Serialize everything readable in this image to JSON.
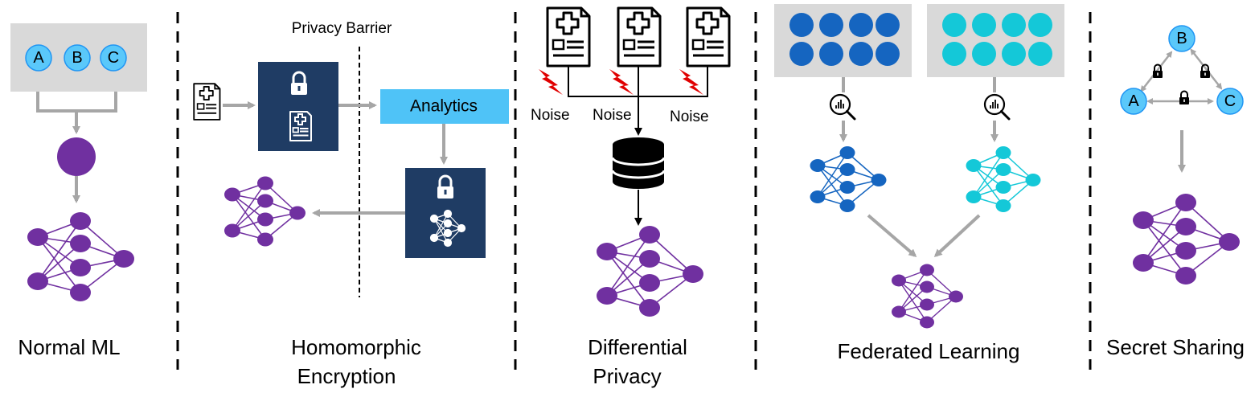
{
  "sections": {
    "normal_ml": {
      "caption": "Normal ML",
      "nodes": [
        "A",
        "B",
        "C"
      ]
    },
    "homomorphic": {
      "caption_line1": "Homomorphic",
      "caption_line2": "Encryption",
      "barrier_label": "Privacy Barrier",
      "analytics_label": "Analytics"
    },
    "differential": {
      "caption_line1": "Differential",
      "caption_line2": "Privacy",
      "noise_labels": [
        "Noise",
        "Noise",
        "Noise"
      ]
    },
    "federated": {
      "caption": "Federated Learning"
    },
    "secret": {
      "caption": "Secret Sharing",
      "nodes": [
        "B",
        "A",
        "C"
      ]
    }
  },
  "colors": {
    "purple": "#7030a0",
    "navy": "#1f3c64",
    "analytics_box": "#4fc3f7",
    "light_blue_node": "#5ac8fa",
    "fed_blue": "#1565c0",
    "fed_cyan": "#14c8d8",
    "gray_panel": "#d9d9d9",
    "arrow_gray": "#a6a6a6",
    "noise_red": "#e00000"
  },
  "icons": [
    "medical-document-icon",
    "lock-icon",
    "database-icon",
    "magnifier-chart-icon",
    "lightning-icon",
    "neural-network-icon"
  ]
}
